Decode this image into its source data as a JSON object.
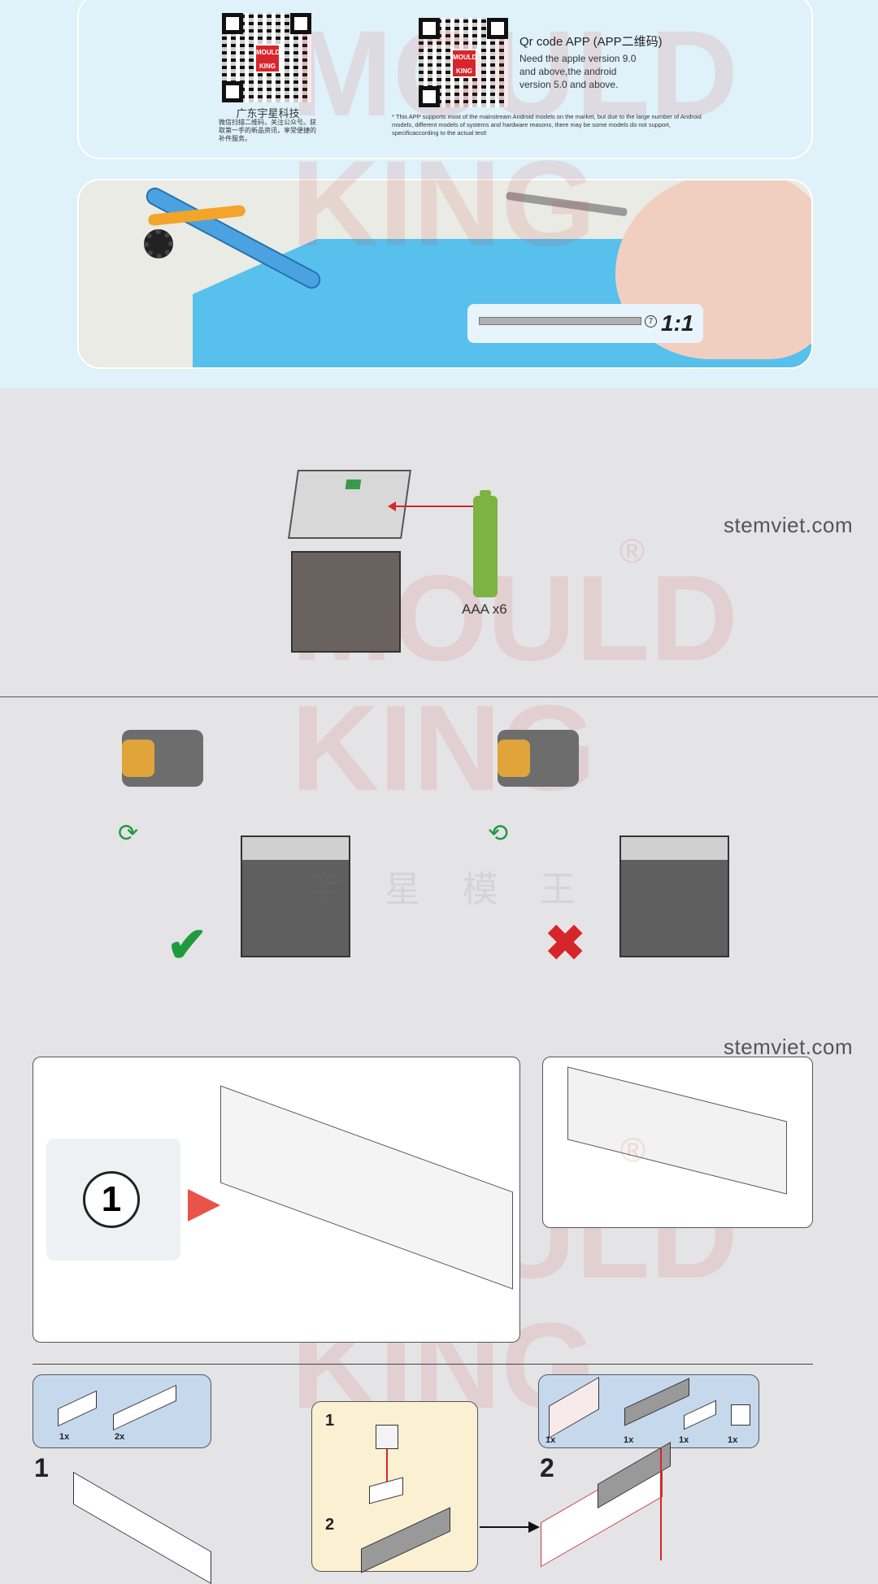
{
  "qr_section": {
    "company_name": "广东宇星科技",
    "company_desc": "微信扫描二维码，关注公众号。获取第一手的新品资讯，享受便捷的补件服务。",
    "app_title": "Qr code APP (APP二维码)",
    "app_requirements": "Need the apple version 9.0 and above,the android version 5.0 and above.",
    "app_disclaimer": "* This APP supports most of the mainstream Android models on the market, but due to the large number of Android models, different models of systems and hardware reasons, there may be some models do not support, specificaccording to the actual test!",
    "qr_logo_text": "MOULD KING"
  },
  "scale_section": {
    "part_number": "7",
    "scale_label": "1:1"
  },
  "battery_section": {
    "battery_label": "AAA x6"
  },
  "watermarks": {
    "site": "stemviet.com",
    "brand": "MOULD KING",
    "registered": "®",
    "chinese_brand": [
      "宇",
      "星",
      "模",
      "王"
    ]
  },
  "motor_section": {
    "correct_icon": "check-icon",
    "wrong_icon": "cross-icon"
  },
  "bag_section": {
    "bag_number": "1"
  },
  "steps": [
    {
      "number": "1",
      "parts": [
        {
          "qty": "1x"
        },
        {
          "qty": "2x"
        }
      ]
    },
    {
      "number": "2",
      "parts": [
        {
          "qty": "1x"
        },
        {
          "qty": "1x"
        },
        {
          "qty": "1x"
        },
        {
          "qty": "1x"
        }
      ]
    }
  ],
  "sub_steps": [
    "1",
    "2"
  ],
  "colors": {
    "accent_red": "#d7262b",
    "green": "#1f9a3e",
    "top_bg": "#dff1f9",
    "parts_bg": "#c6d8ec",
    "substep_bg": "#fbf0d2"
  }
}
